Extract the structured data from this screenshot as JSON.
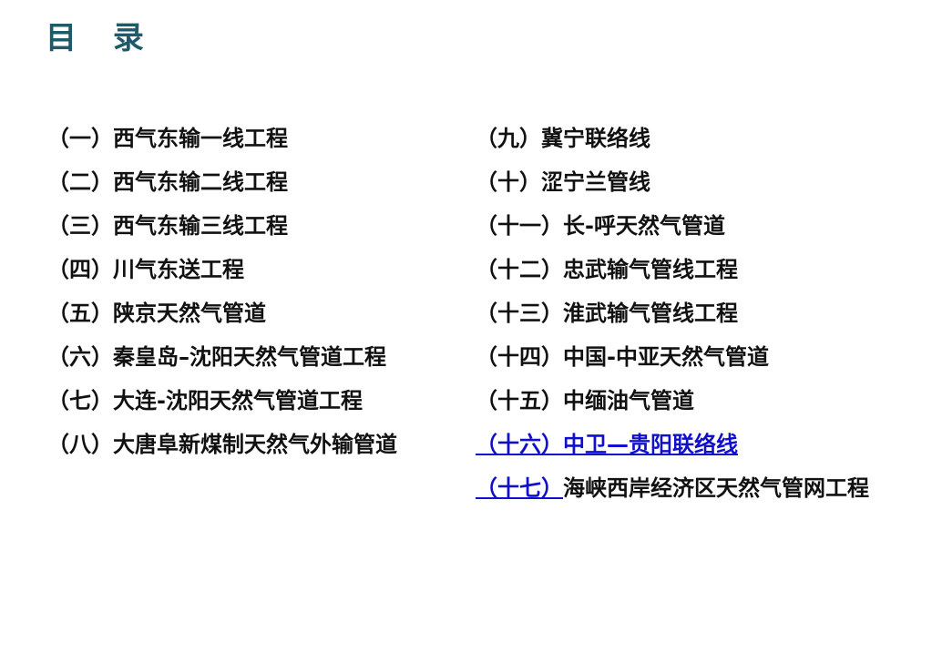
{
  "title": "目 录",
  "left_items": [
    {
      "prefix": "（一）",
      "text": "西气东输一线工程"
    },
    {
      "prefix": "（二）",
      "text": "西气东输二线工程"
    },
    {
      "prefix": "（三）",
      "text": "西气东输三线工程"
    },
    {
      "prefix": "（四）",
      "text": "川气东送工程"
    },
    {
      "prefix": "（五）",
      "text": "陕京天然气管道"
    },
    {
      "prefix": "（六）",
      "text": "秦皇岛–沈阳天然气管道工程"
    },
    {
      "prefix": "（七）",
      "text": "大连-沈阳天然气管道工程"
    },
    {
      "prefix": "（八）",
      "text": "大唐阜新煤制天然气外输管道"
    }
  ],
  "right_items": [
    {
      "prefix": "（九）",
      "text": "冀宁联络线"
    },
    {
      "prefix": "（十）",
      "text": "涩宁兰管线"
    },
    {
      "prefix": "（十一）",
      "text": "长-呼天然气管道"
    },
    {
      "prefix": "（十二）",
      "text": "忠武输气管线工程"
    },
    {
      "prefix": "（十三）",
      "text": "淮武输气管线工程"
    },
    {
      "prefix": "（十四）",
      "text": "中国-中亚天然气管道"
    },
    {
      "prefix": "（十五）",
      "text": "中缅油气管道"
    },
    {
      "prefix": "（十六）",
      "text": "中卫—贵阳联络线"
    },
    {
      "prefix": "（十七）",
      "text": "海峡西岸经济区天然气管网工程"
    }
  ],
  "colors": {
    "title": "#1f5a6a",
    "link": "#1010cc",
    "text": "#111111"
  }
}
